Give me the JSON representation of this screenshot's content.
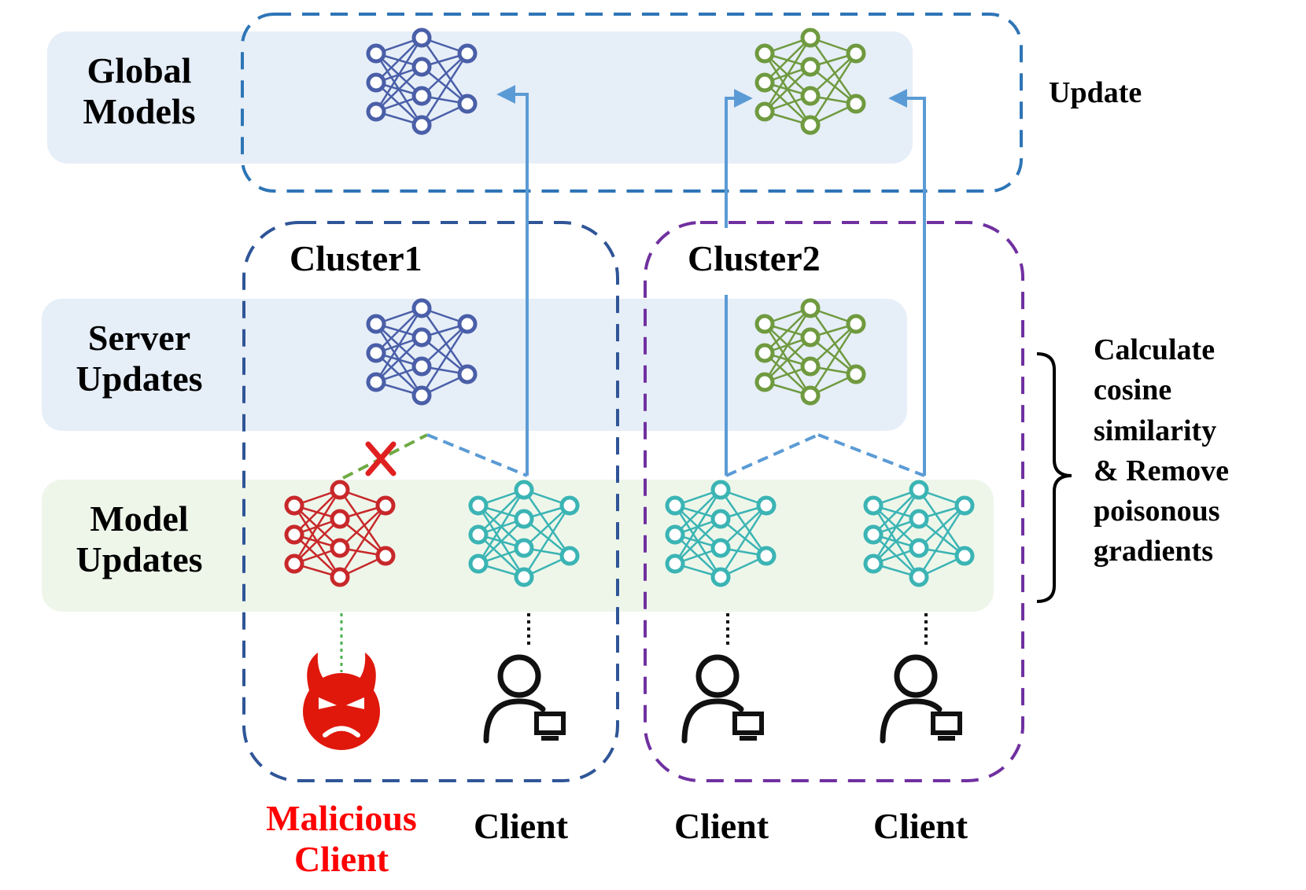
{
  "rows": {
    "global_models": "Global Models",
    "server_updates": "Server Updates",
    "model_updates": "Model Updates"
  },
  "clusters": [
    "Cluster1",
    "Cluster2"
  ],
  "annotations": {
    "update": "Update",
    "calculate": "Calculate cosine similarity & Remove poisonous gradients"
  },
  "clients": [
    "Malicious Client",
    "Client",
    "Client",
    "Client"
  ],
  "colors": {
    "band_blue": "#e6eef8",
    "band_green": "#eef6ea",
    "net_blue": "#4a5fa8",
    "net_green": "#6f9a3f",
    "net_teal": "#3bb4b4",
    "net_red": "#c8282a",
    "arrow_blue": "#5b9bd5",
    "cluster1_border": "#2f5597",
    "cluster2_border": "#7030a0",
    "global_border": "#2e75b6",
    "malicious_text": "#ff0000",
    "devil": "#e0180c",
    "reject_mark": "#e02020",
    "dotted_green": "#4caf50"
  },
  "icons": {
    "network": "neural-network-icon",
    "client": "user-computer-icon",
    "malicious": "devil-face-icon",
    "reject": "cross-icon",
    "brace": "right-brace"
  }
}
